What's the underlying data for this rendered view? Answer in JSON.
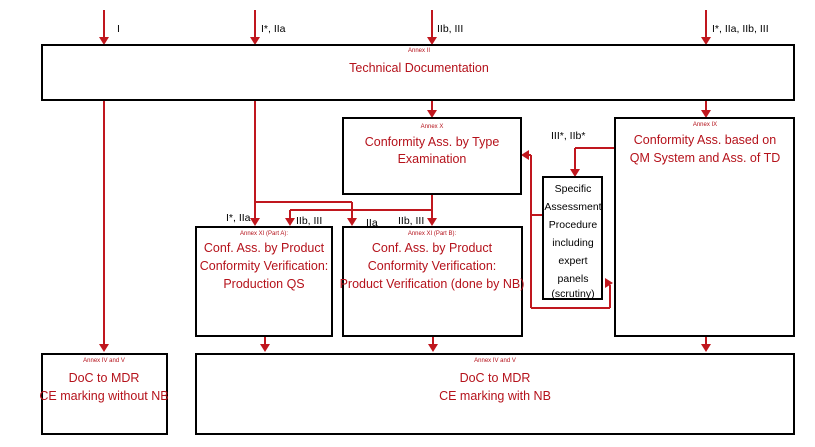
{
  "inputs": {
    "col1": "I",
    "col2": "I*, IIa",
    "col3": "IIb, III",
    "col4": "I*, IIa, IIb, III"
  },
  "tech_doc": {
    "annex": "Annex II",
    "title": "Technical Documentation"
  },
  "type_exam": {
    "annex": "Annex X",
    "title": [
      "Conformity Ass. by Type",
      "Examination"
    ]
  },
  "qm_system": {
    "annex": "Annex IX",
    "title": [
      "Conformity Ass. based on",
      "QM System and Ass. of TD"
    ]
  },
  "specific": {
    "title": [
      "Specific",
      "Assessment",
      "Procedure",
      "including",
      "expert",
      "panels",
      "(scrutiny)"
    ],
    "label": "III*, IIb*"
  },
  "prod_qs": {
    "annex": "Annex XI (Part A):",
    "title": [
      "Conf. Ass. by Product",
      "Conformity Verification:",
      "Production QS"
    ]
  },
  "prod_ver": {
    "annex": "Annex XI (Part B):",
    "title": [
      "Conf. Ass. by Product",
      "Conformity Verification:",
      "Product Verification (done by NB)"
    ]
  },
  "branch_labels": {
    "left": "I*, IIa",
    "mid1": "IIb, III",
    "mid2": "IIa",
    "mid3": "IIb, III"
  },
  "doc_without": {
    "annex": "Annex IV and V",
    "title": [
      "DoC to MDR",
      "CE marking without NB"
    ]
  },
  "doc_with": {
    "annex": "Annex IV and V",
    "title": [
      "DoC to MDR",
      "CE marking with NB"
    ]
  },
  "colors": {
    "arrow": "#c0171e",
    "text": "#b5121b",
    "box_border": "#000000"
  }
}
